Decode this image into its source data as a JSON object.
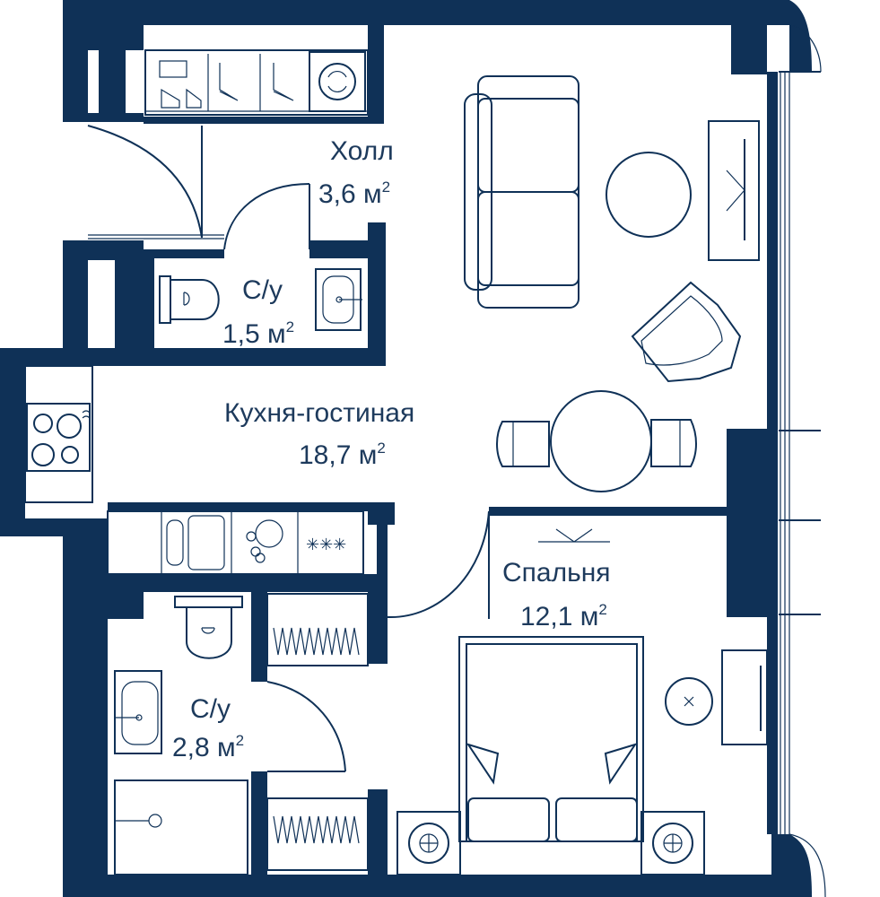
{
  "rooms": {
    "hall": {
      "name": "Холл",
      "area": "3,6 м",
      "unit_sup": "2"
    },
    "bath1": {
      "name": "С/у",
      "area": "1,5 м",
      "unit_sup": "2"
    },
    "living": {
      "name": "Кухня-гостиная",
      "area": "18,7 м",
      "unit_sup": "2"
    },
    "bedroom": {
      "name": "Спальня",
      "area": "12,1 м",
      "unit_sup": "2"
    },
    "bath2": {
      "name": "С/у",
      "area": "2,8 м",
      "unit_sup": "2"
    }
  },
  "colors": {
    "wall": "#0f3157",
    "text": "#1d3a5c",
    "background": "#ffffff"
  },
  "icons": [
    "wardrobe-icon",
    "washing-machine-icon",
    "sofa-icon",
    "table-icon",
    "armchair-icon",
    "tv-icon",
    "stove-icon",
    "sink-icon",
    "dishwasher-icon",
    "toilet-icon",
    "shower-icon",
    "bed-icon",
    "nightstand-icon",
    "door-icon",
    "window-icon"
  ]
}
